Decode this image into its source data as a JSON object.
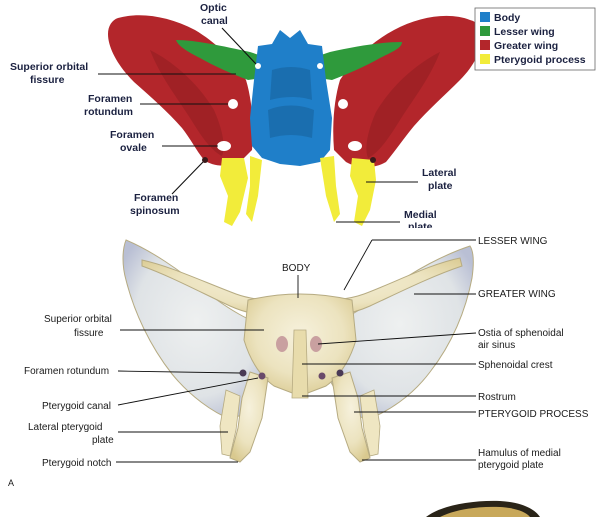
{
  "legend": {
    "items": [
      {
        "label": "Body",
        "color": "#1f7fc9"
      },
      {
        "label": "Lesser wing",
        "color": "#2f9a3c"
      },
      {
        "label": "Greater wing",
        "color": "#b3262b"
      },
      {
        "label": "Pterygoid process",
        "color": "#f2ec3a"
      }
    ]
  },
  "top_labels": {
    "optic_canal_1": "Optic",
    "optic_canal_2": "canal",
    "sup_orbital_1": "Superior orbital",
    "sup_orbital_2": "fissure",
    "rotundum_1": "Foramen",
    "rotundum_2": "rotundum",
    "ovale_1": "Foramen",
    "ovale_2": "ovale",
    "spinosum_1": "Foramen",
    "spinosum_2": "spinosum",
    "lateral_1": "Lateral",
    "lateral_2": "plate",
    "medial_1": "Medial",
    "medial_2": "plate"
  },
  "bottom_labels": {
    "body": "BODY",
    "lesser_wing": "LESSER WING",
    "greater_wing": "GREATER WING",
    "ostia_1": "Ostia of sphenoidal",
    "ostia_2": "air sinus",
    "sphenoidal_crest": "Sphenoidal crest",
    "rostrum": "Rostrum",
    "pterygoid_process": "PTERYGOID PROCESS",
    "hamulus_1": "Hamulus of medial",
    "hamulus_2": "pterygoid plate",
    "sup_orbital_1": "Superior orbital",
    "sup_orbital_2": "fissure",
    "foramen_rotundum": "Foramen rotundum",
    "pterygoid_canal": "Pterygoid canal",
    "lateral_pterygoid_1": "Lateral pterygoid",
    "lateral_pterygoid_2": "plate",
    "pterygoid_notch": "Pterygoid notch",
    "figure_letter": "A"
  }
}
